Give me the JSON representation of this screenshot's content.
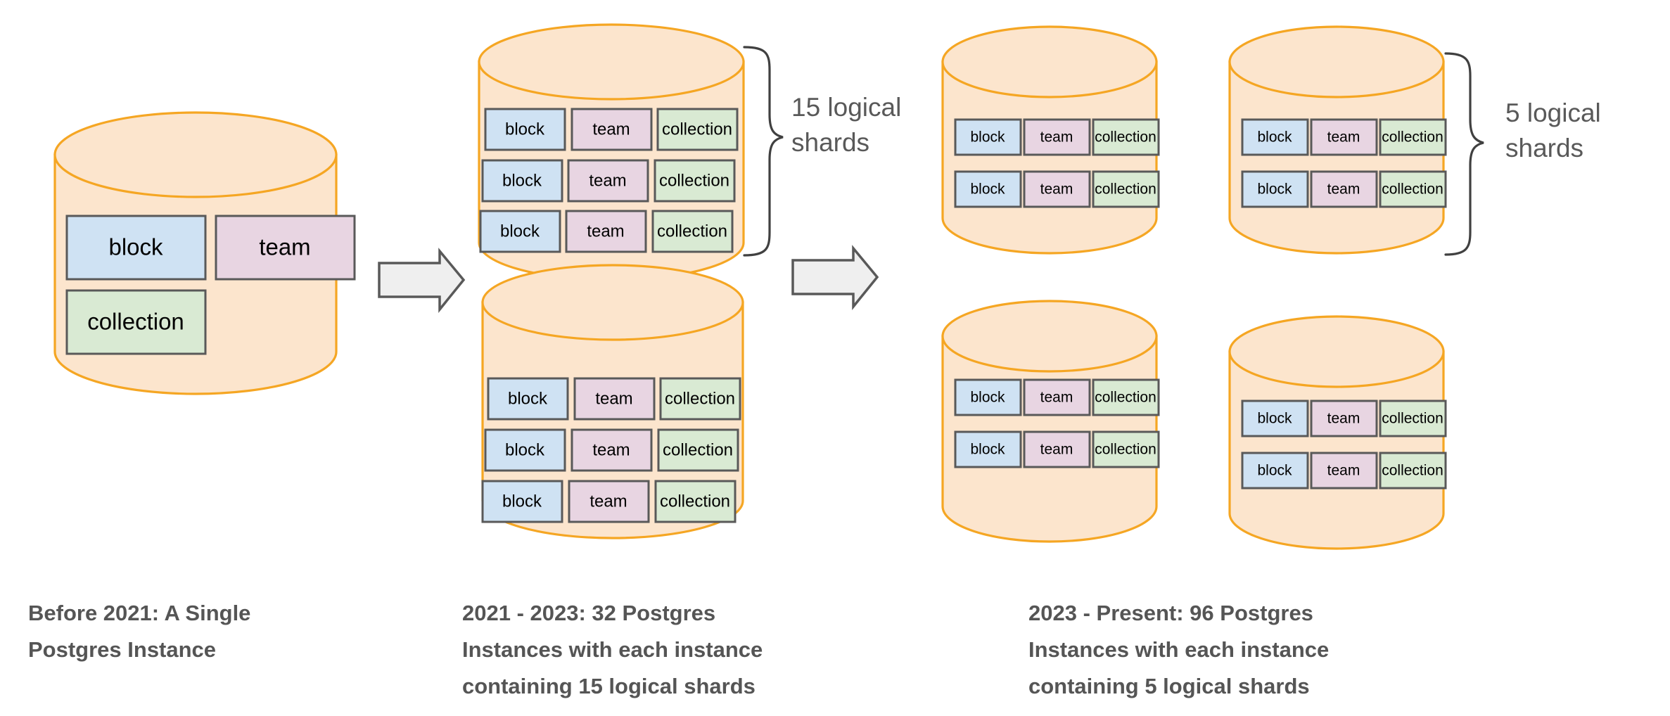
{
  "diagram": {
    "title": "Notion Postgres sharding evolution",
    "colors": {
      "cylinder_fill": "#fce5cd",
      "cylinder_stroke": "#f5a623",
      "block_fill": "#cfe2f3",
      "team_fill": "#e8d5e2",
      "collection_fill": "#d9ead3",
      "shard_stroke": "#595959",
      "arrow_fill": "#efefef",
      "arrow_stroke": "#595959",
      "text_gray": "#555555",
      "brace_stroke": "#404040",
      "background": "#ffffff"
    },
    "shard_labels": {
      "block": "block",
      "team": "team",
      "collection": "collection"
    },
    "columns": [
      {
        "id": "before-2021",
        "caption_lines": [
          "Before 2021: A Single",
          "Postgres Instance"
        ],
        "cylinders": [
          {
            "id": "single-instance",
            "rows": [
              [
                "block",
                "team"
              ],
              [
                "collection"
              ]
            ]
          }
        ],
        "annotation": null
      },
      {
        "id": "2021-2023",
        "caption_lines": [
          "2021 - 2023: 32 Postgres",
          "Instances with each instance",
          "containing 15 logical shards"
        ],
        "cylinders": [
          {
            "id": "instance-top",
            "rows": [
              [
                "block",
                "team",
                "collection"
              ],
              [
                "block",
                "team",
                "collection"
              ],
              [
                "block",
                "team",
                "collection"
              ]
            ]
          },
          {
            "id": "instance-bottom",
            "rows": [
              [
                "block",
                "team",
                "collection"
              ],
              [
                "block",
                "team",
                "collection"
              ],
              [
                "block",
                "team",
                "collection"
              ]
            ]
          }
        ],
        "annotation": {
          "lines": [
            "15 logical",
            "shards"
          ],
          "count": 15
        }
      },
      {
        "id": "2023-present",
        "caption_lines": [
          "2023 - Present: 96 Postgres",
          "Instances with each instance",
          "containing 5 logical shards"
        ],
        "cylinders": [
          {
            "id": "instance-top-left",
            "rows": [
              [
                "block",
                "team",
                "collection"
              ],
              [
                "block",
                "team",
                "collection"
              ]
            ]
          },
          {
            "id": "instance-top-right",
            "rows": [
              [
                "block",
                "team",
                "collection"
              ],
              [
                "block",
                "team",
                "collection"
              ]
            ]
          },
          {
            "id": "instance-bottom-left",
            "rows": [
              [
                "block",
                "team",
                "collection"
              ],
              [
                "block",
                "team",
                "collection"
              ]
            ]
          },
          {
            "id": "instance-bottom-right",
            "rows": [
              [
                "block",
                "team",
                "collection"
              ],
              [
                "block",
                "team",
                "collection"
              ]
            ]
          }
        ],
        "annotation": {
          "lines": [
            "5 logical",
            "shards"
          ],
          "count": 5
        }
      }
    ],
    "arrows": [
      {
        "id": "arrow-1",
        "from": "before-2021",
        "to": "2021-2023"
      },
      {
        "id": "arrow-2",
        "from": "2021-2023",
        "to": "2023-present"
      }
    ]
  }
}
